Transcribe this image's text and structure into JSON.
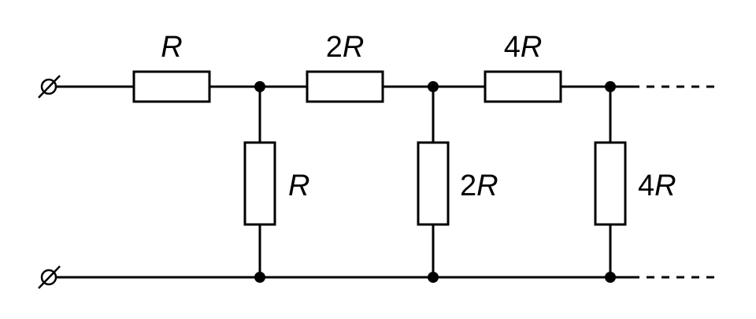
{
  "diagram": {
    "series_resistors": [
      {
        "coef": "",
        "sym": "R"
      },
      {
        "coef": "2",
        "sym": "R"
      },
      {
        "coef": "4",
        "sym": "R"
      }
    ],
    "shunt_resistors": [
      {
        "coef": "",
        "sym": "R"
      },
      {
        "coef": "2",
        "sym": "R"
      },
      {
        "coef": "4",
        "sym": "R"
      }
    ]
  },
  "colors": {
    "stroke": "#000000",
    "background": "#ffffff"
  }
}
